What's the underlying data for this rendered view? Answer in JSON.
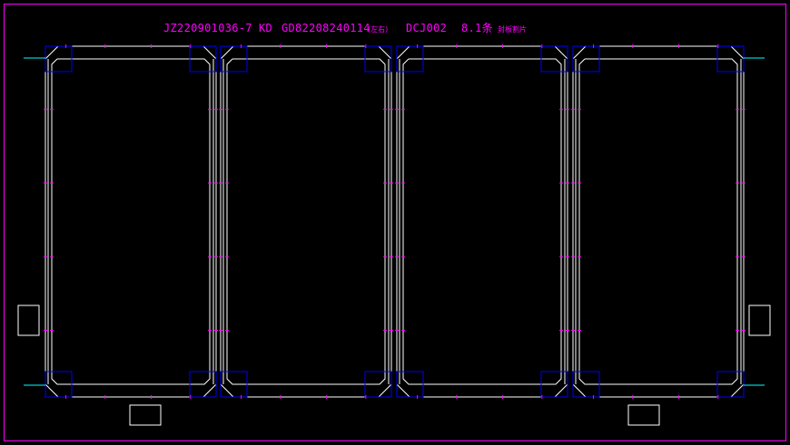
{
  "drawing": {
    "title": {
      "job_no": "JZ220901036-7",
      "code": "KD",
      "part_no": "GD82208240114",
      "part_suffix": "(左右)",
      "material": "DCJ002",
      "thickness": "8.1条",
      "note": "封板割片"
    },
    "colors": {
      "background": "#000000",
      "frame": "#ff00ff",
      "outline": "#ffffff",
      "corner_block": "#0000ff",
      "marker": "#ff00ff",
      "lead_line": "#00ffff"
    },
    "panel_count": 4
  }
}
